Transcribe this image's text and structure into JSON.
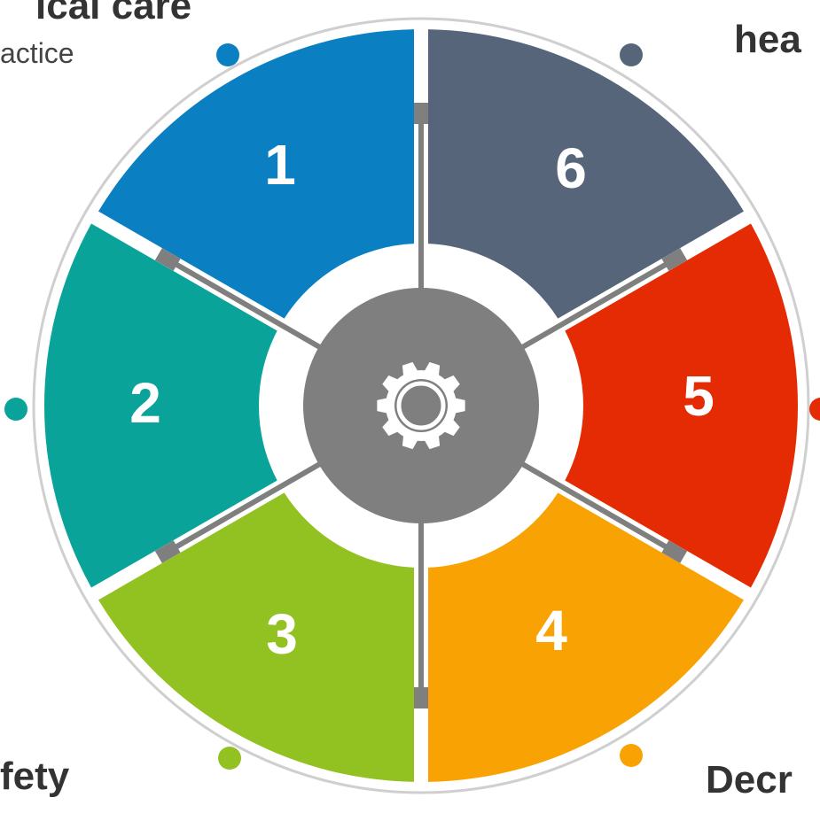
{
  "colors": {
    "s1": "#0a7fc1",
    "s2": "#0aa39a",
    "s3": "#92c222",
    "s4": "#f9a204",
    "s5": "#e52b04",
    "s6": "#566579",
    "hub": "#7f7f7f",
    "spoke": "#7f7f7f",
    "ring": "#cfcfcf"
  },
  "segments": [
    {
      "number": "1",
      "color": "#0a7fc1"
    },
    {
      "number": "2",
      "color": "#0aa39a"
    },
    {
      "number": "3",
      "color": "#92c222"
    },
    {
      "number": "4",
      "color": "#f9a204"
    },
    {
      "number": "5",
      "color": "#e52b04"
    },
    {
      "number": "6",
      "color": "#566579"
    }
  ],
  "center_icon": "gear-icon",
  "labels": {
    "top_left_title": "ical care",
    "top_left_sub": "actice",
    "top_right_title": "hea",
    "bottom_left_title": "fety",
    "bottom_right_title": "Decr"
  }
}
